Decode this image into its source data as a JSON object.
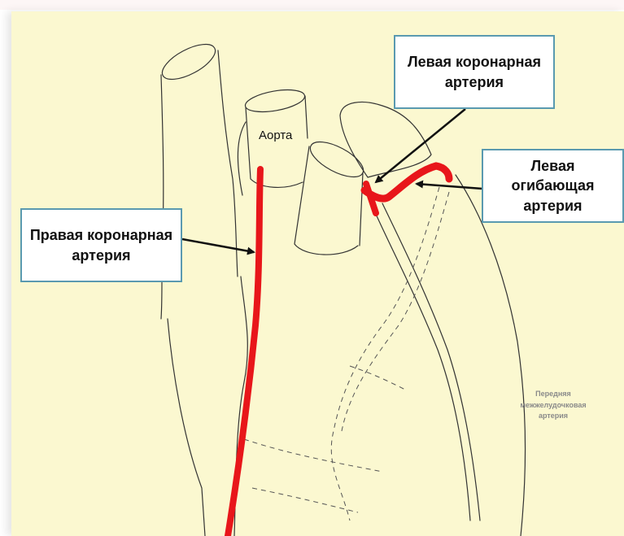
{
  "labels": {
    "left_coronary": "Левая коронарная\nартерия",
    "left_circumflex": "Левая огибающая\nартерия",
    "right_coronary": "Правая коронарная\nартерия",
    "aorta": "Аорта",
    "anterior_interventricular": "Передняя\nмежжелудочковая\nартерия"
  },
  "colors": {
    "background": "#fbf8d0",
    "artery": "#e8161a",
    "box_border": "#5a9ab0"
  }
}
